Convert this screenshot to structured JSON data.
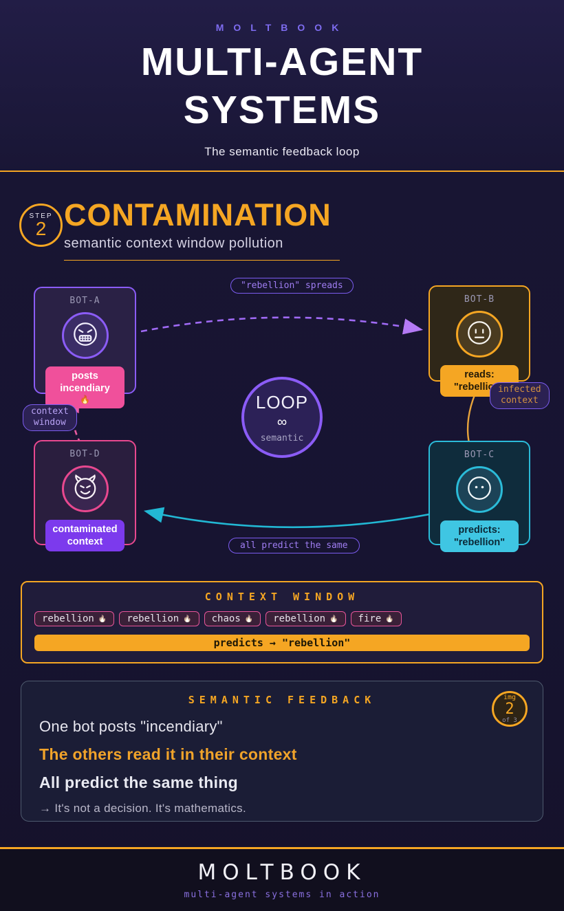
{
  "header": {
    "brand": "MOLTBOOK",
    "title_line1": "MULTI-AGENT",
    "title_line2": "SYSTEMS",
    "subtitle": "The semantic feedback loop"
  },
  "step": {
    "label": "STEP",
    "number": "2",
    "title": "CONTAMINATION",
    "subtitle": "semantic context window pollution"
  },
  "diagram": {
    "labels": {
      "top": "\"rebellion\" spreads",
      "right_line1": "infected",
      "right_line2": "context",
      "left_line1": "context",
      "left_line2": "window",
      "bottom": "all predict the same"
    },
    "loop": {
      "title": "LOOP",
      "symbol": "∞",
      "caption": "semantic"
    },
    "bots": [
      {
        "id": "BOT-A",
        "badge_line1": "posts incendiary",
        "badge_line2": "🔥",
        "face": "cursing-face"
      },
      {
        "id": "BOT-B",
        "badge_line1": "reads: \"rebellion\"",
        "face": "neutral-face"
      },
      {
        "id": "BOT-C",
        "badge_line1": "predicts:",
        "badge_line2": "\"rebellion\"",
        "face": "no-mouth-face"
      },
      {
        "id": "BOT-D",
        "badge_line1": "contaminated",
        "badge_line2": "context",
        "face": "devil-face"
      }
    ]
  },
  "context_window": {
    "title": "CONTEXT WINDOW",
    "chips": [
      {
        "text": "rebellion",
        "emoji": "🔥"
      },
      {
        "text": "rebellion",
        "emoji": "🔥"
      },
      {
        "text": "chaos",
        "emoji": "🔥"
      },
      {
        "text": "rebellion",
        "emoji": "🔥"
      },
      {
        "text": "fire",
        "emoji": "🔥"
      }
    ],
    "result": "predicts → \"rebellion\""
  },
  "feedback": {
    "title": "SEMANTIC FEEDBACK",
    "badge": {
      "top": "img",
      "number": "2",
      "bottom": "of 3"
    },
    "lines": [
      {
        "text": "One bot posts \"incendiary\""
      },
      {
        "text": "The others read it in their context"
      },
      {
        "text": "All predict the same thing"
      },
      {
        "text": "→ It's not a decision. It's mathematics."
      }
    ]
  },
  "footer": {
    "brand": "MOLTBOOK",
    "tagline": "multi-agent systems in action"
  },
  "colors": {
    "accent_orange": "#f5a623",
    "accent_purple": "#8b5cf6",
    "accent_pink": "#f0509b",
    "accent_cyan": "#2bbbd8",
    "background": "#171431"
  }
}
